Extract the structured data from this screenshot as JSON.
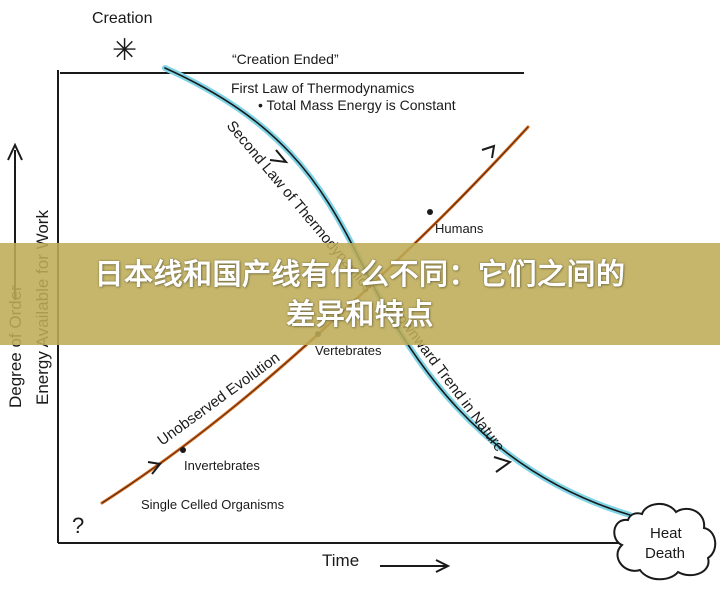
{
  "diagram": {
    "creation_label": "Creation",
    "creation_marker": "✳",
    "creation_ended_label": "“Creation Ended”",
    "first_law_title": "First Law of Thermodynamics",
    "first_law_point": "• Total Mass Energy is Constant",
    "second_law_label": "Second Law of Thermodynamics",
    "downward_trend_label": "Downward Trend in Nature",
    "evolution_label": "Unobserved Evolution",
    "humans_label": "Humans",
    "vertebrates_label": "Vertebrates",
    "invertebrates_label": "Invertebrates",
    "single_celled_label": "Single Celled Organisms",
    "question_mark": "?",
    "x_axis_label": "Time",
    "y_axis_label_outer": "Degree of Order",
    "y_axis_label_inner": "Energy Available for Work",
    "heat_death_line1": "Heat",
    "heat_death_line2": "Death",
    "colors": {
      "descending_glow": "#7fd4e6",
      "ascending_line": "#d2691e",
      "ink": "#1a1a1a"
    }
  },
  "banner": {
    "line1": "日本线和国产线有什么不同：它们之间的",
    "line2": "差异和特点"
  }
}
